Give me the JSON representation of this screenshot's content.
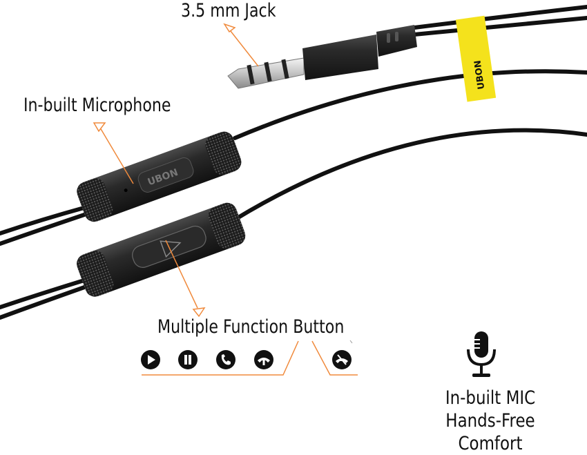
{
  "labels": {
    "jack": "3.5 mm Jack",
    "microphone": "In-built Microphone",
    "multi_button": "Multiple Function Button"
  },
  "caption": {
    "line1": "In-built MIC",
    "line2": "Hands-Free Comfort"
  },
  "branding": {
    "remote_logo": "UBON",
    "tag_logo": "UBON"
  },
  "function_icons": [
    "play-icon",
    "pause-icon",
    "call-icon",
    "end-call-icon",
    "reject-call-icon"
  ],
  "colors": {
    "accent": "#f08a3c",
    "cable": "#111111",
    "tag": "#f4e21c",
    "text": "#111111"
  }
}
